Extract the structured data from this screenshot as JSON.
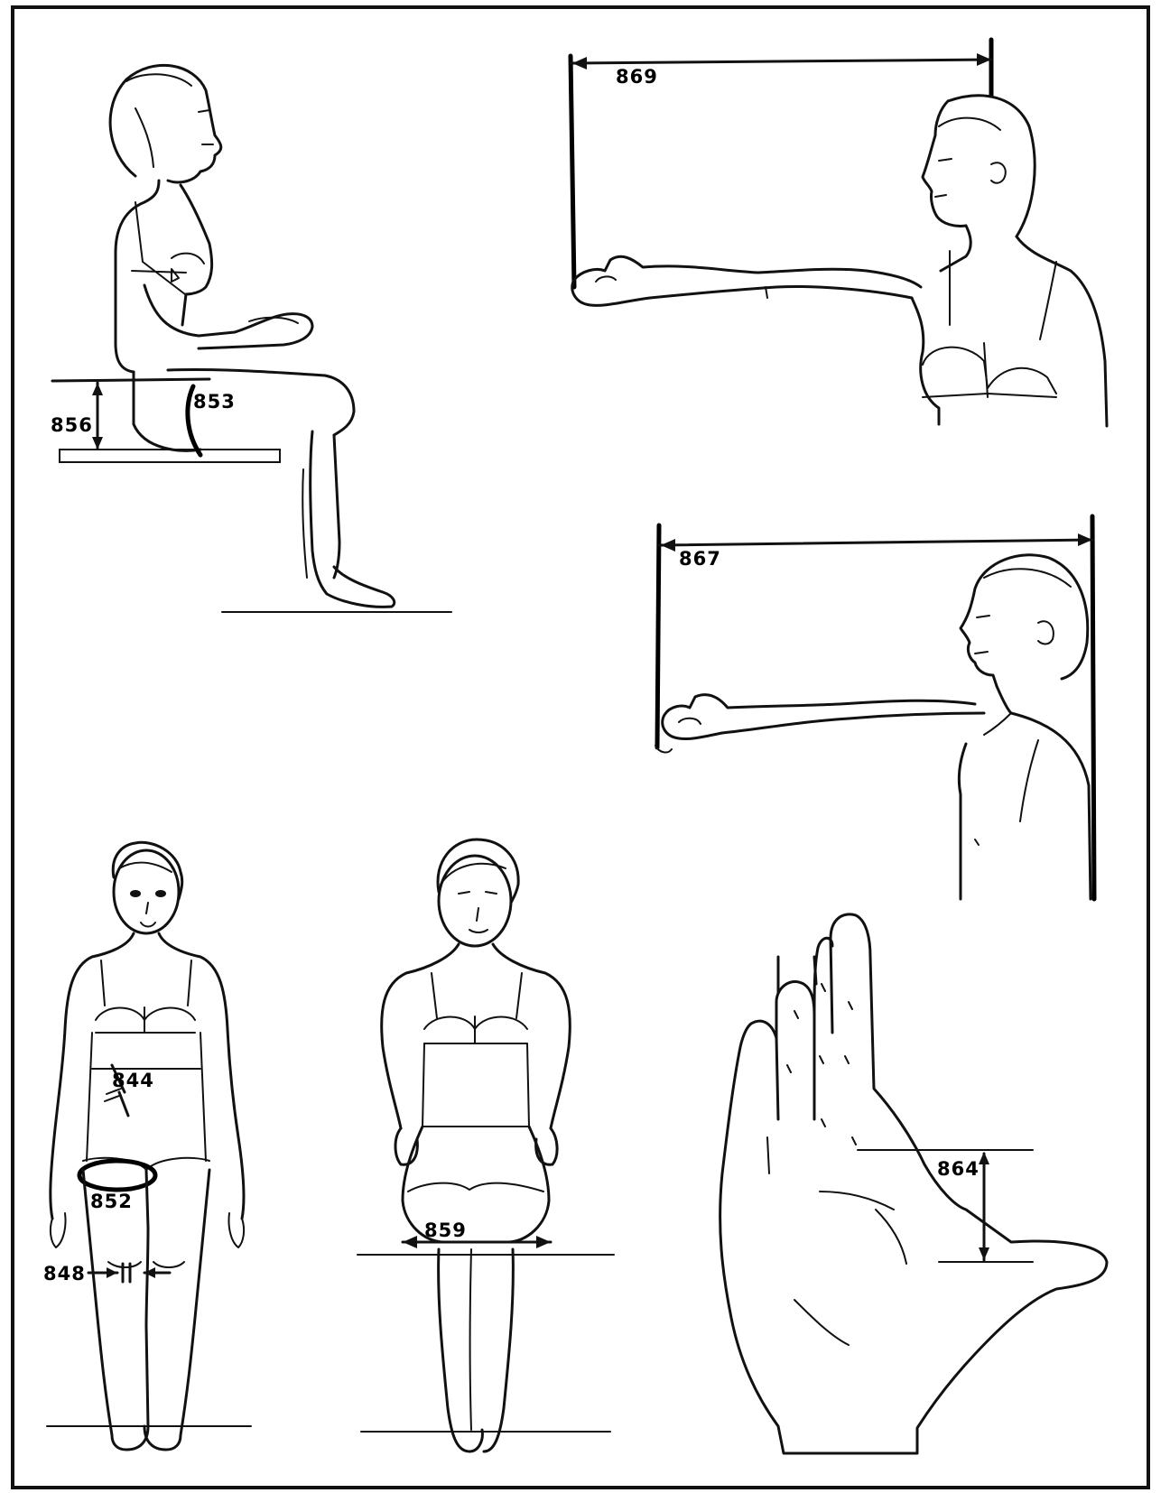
{
  "measurements": {
    "m869": "869",
    "m853": "853",
    "m856": "856",
    "m867": "867",
    "m844": "844",
    "m852": "852",
    "m848": "848",
    "m859": "859",
    "m864": "864"
  }
}
